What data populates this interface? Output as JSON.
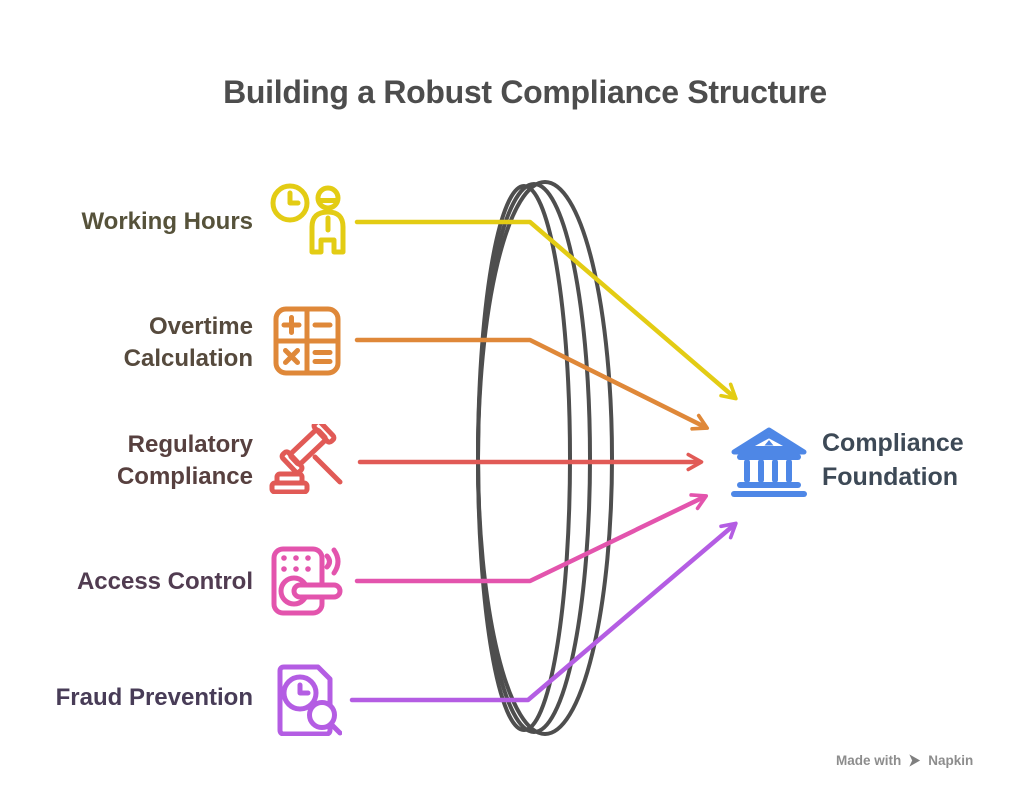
{
  "title": "Building a Robust Compliance Structure",
  "items": [
    {
      "label": "Working Hours",
      "icon": "clock-person-icon",
      "accent": "#e3cc14",
      "label_color": "#56523a"
    },
    {
      "label": "Overtime Calculation",
      "icon": "calculator-icon",
      "accent": "#df8839",
      "label_color": "#564a3d"
    },
    {
      "label": "Regulatory Compliance",
      "icon": "gavel-icon",
      "accent": "#e15a56",
      "label_color": "#57403f"
    },
    {
      "label": "Access Control",
      "icon": "door-lock-icon",
      "accent": "#e354ad",
      "label_color": "#513c51"
    },
    {
      "label": "Fraud Prevention",
      "icon": "document-search-icon",
      "accent": "#b45de3",
      "label_color": "#483c57"
    }
  ],
  "target": {
    "label": "Compliance Foundation",
    "icon": "bank-icon",
    "accent": "#4e87e6",
    "label_color": "#3d4956"
  },
  "lens_color": "#4e4e4e",
  "title_color": "#4d4d4d",
  "watermark": {
    "prefix": "Made with",
    "brand": "Napkin",
    "color": "#8d8d8d"
  }
}
